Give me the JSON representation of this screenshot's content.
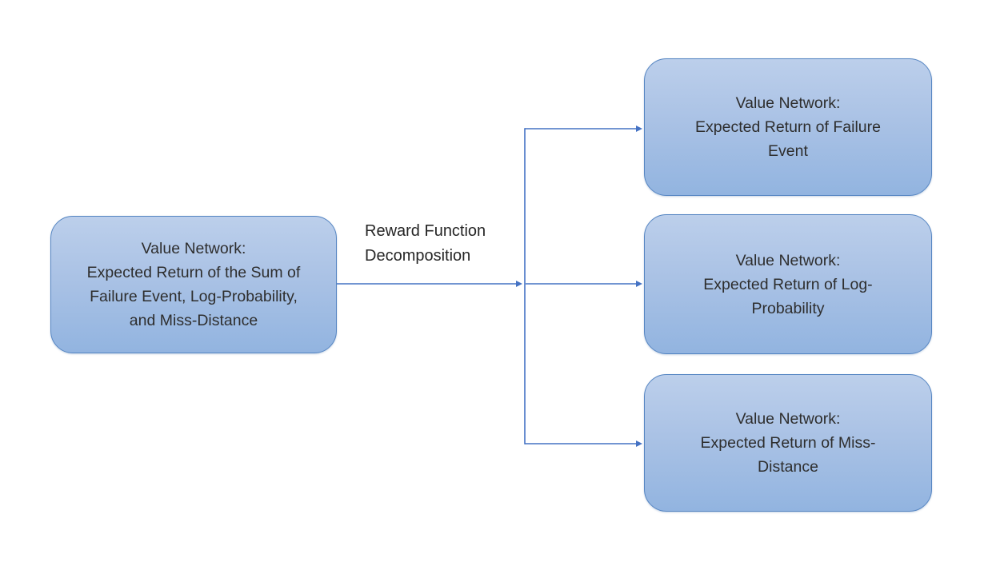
{
  "diagram": {
    "edge_label": "Reward Function\nDecomposition",
    "nodes": {
      "source": {
        "text": "Value Network:\nExpected Return of the Sum of\nFailure Event, Log-Probability,\nand Miss-Distance"
      },
      "failure": {
        "text": "Value Network:\nExpected Return of Failure\nEvent"
      },
      "log_probability": {
        "text": "Value Network:\nExpected Return of Log-\nProbability"
      },
      "miss_distance": {
        "text": "Value Network:\nExpected Return of Miss-\nDistance"
      }
    },
    "colors": {
      "box_fill_top": "#bccfeb",
      "box_fill_bottom": "#92b4e0",
      "box_border": "#5585c2",
      "connector": "#4472c4",
      "text": "#2e2e2e",
      "background": "#ffffff"
    }
  }
}
